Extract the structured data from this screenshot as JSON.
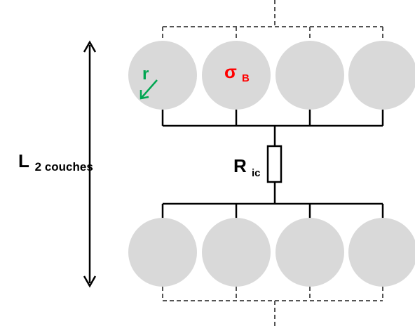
{
  "labels": {
    "thickness_main": "L",
    "thickness_sub": "2 couches",
    "radius": "r",
    "conductivity_main": "σ",
    "conductivity_sub": "B",
    "resistance_main": "R",
    "resistance_sub": "ic"
  },
  "colors": {
    "sphere_fill": "#d9d9d9",
    "wire": "#000000",
    "dashed_wire": "#555555",
    "radius_label": "#00a651",
    "conductivity_label": "#ff0000",
    "text": "#000000"
  },
  "layers": {
    "top_particle_count": 4,
    "bottom_particle_count": 4
  }
}
